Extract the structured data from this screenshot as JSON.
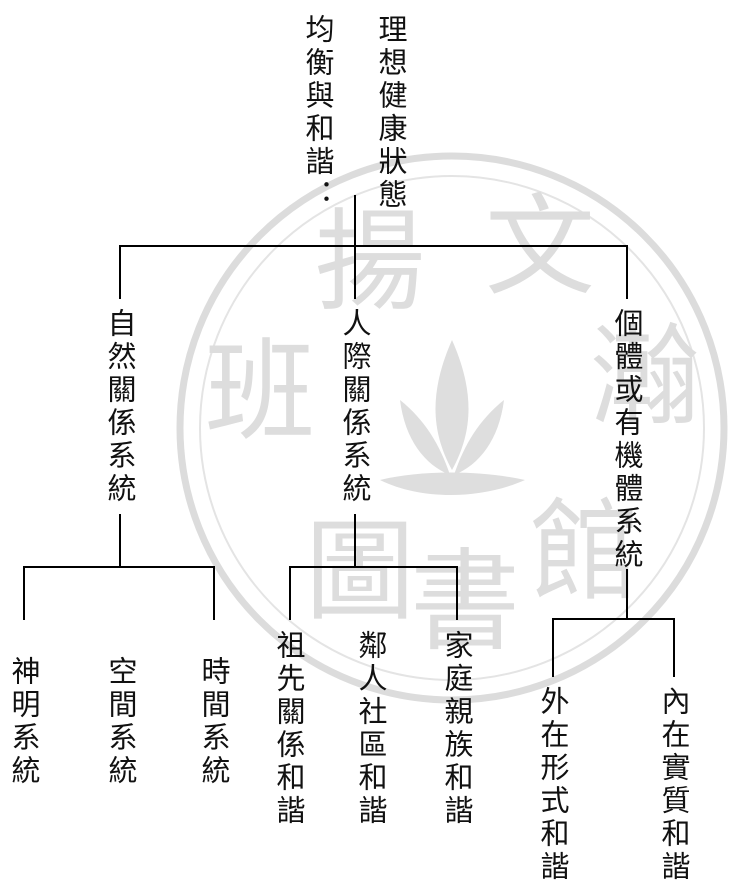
{
  "title": {
    "line1": "理想健康狀態",
    "line2": "均衡與和諧："
  },
  "level1": [
    {
      "id": "nature",
      "label": "自然關係系統"
    },
    {
      "id": "human",
      "label": "人際關係系統"
    },
    {
      "id": "body",
      "label": "個體或有機體系統"
    }
  ],
  "leaves": {
    "nature": [
      {
        "label": "神明系統"
      },
      {
        "label": "空間系統"
      },
      {
        "label": "時間系統"
      }
    ],
    "human": [
      {
        "label": "祖先關係和諧"
      },
      {
        "label": "鄰人社區和諧"
      },
      {
        "label": "家庭親族和諧"
      }
    ],
    "body": [
      {
        "label": "外在形式和諧"
      },
      {
        "label": "內在實質和諧"
      }
    ]
  },
  "watermark": {
    "chars": [
      "揚",
      "文",
      "班",
      "瀚",
      "圖",
      "書",
      "館"
    ],
    "color": "#d9d9d9"
  }
}
